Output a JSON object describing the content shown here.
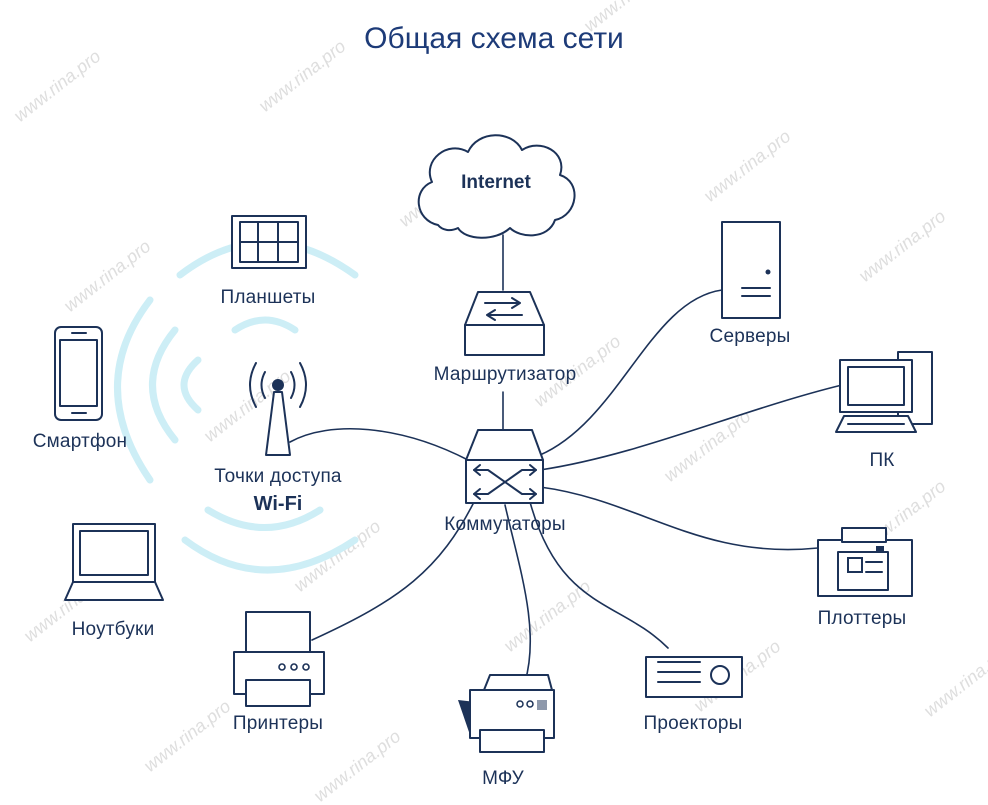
{
  "title": "Общая схема сети",
  "watermark": "www.rina.pro",
  "colors": {
    "ink": "#1c3258",
    "title": "#1d3b78",
    "wifi_waves": "#cdeef6",
    "background": "#ffffff"
  },
  "nodes": {
    "internet": {
      "label": "Internet",
      "icon": "cloud-icon"
    },
    "router": {
      "label": "Маршрутизатор",
      "icon": "router-icon"
    },
    "switch": {
      "label": "Коммутаторы",
      "icon": "switch-icon"
    },
    "servers": {
      "label": "Серверы",
      "icon": "server-icon"
    },
    "pc": {
      "label": "ПК",
      "icon": "desktop-computer-icon"
    },
    "plotters": {
      "label": "Плоттеры",
      "icon": "plotter-icon"
    },
    "projectors": {
      "label": "Проекторы",
      "icon": "projector-icon"
    },
    "mfp": {
      "label": "МФУ",
      "icon": "multifunction-printer-icon"
    },
    "printers": {
      "label": "Принтеры",
      "icon": "printer-icon"
    },
    "access_points": {
      "label": "Точки доступа",
      "sublabel": "Wi-Fi",
      "icon": "wifi-antenna-icon"
    },
    "tablets": {
      "label": "Планшеты",
      "icon": "tablet-icon"
    },
    "smartphones": {
      "label": "Смартфон",
      "icon": "smartphone-icon"
    },
    "laptops": {
      "label": "Ноутбуки",
      "icon": "laptop-icon"
    }
  },
  "edges": [
    [
      "internet",
      "router"
    ],
    [
      "router",
      "switch"
    ],
    [
      "switch",
      "servers"
    ],
    [
      "switch",
      "pc"
    ],
    [
      "switch",
      "plotters"
    ],
    [
      "switch",
      "projectors"
    ],
    [
      "switch",
      "mfp"
    ],
    [
      "switch",
      "printers"
    ],
    [
      "switch",
      "access_points"
    ]
  ]
}
